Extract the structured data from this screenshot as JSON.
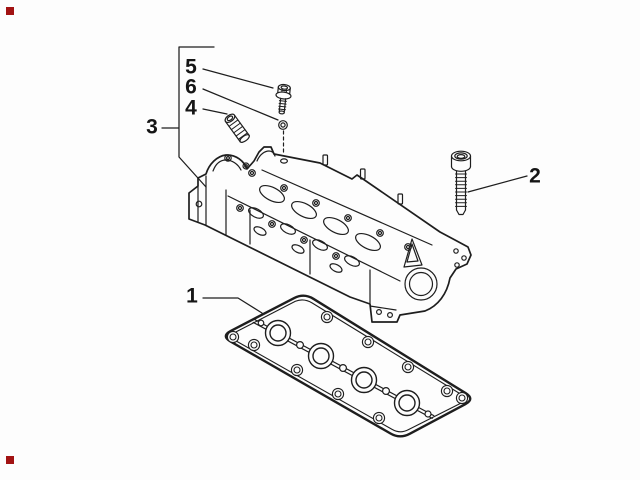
{
  "diagram": {
    "description_colors": {
      "background": "#fdfdfd",
      "line_color": "#1e1e1e",
      "marker_color": "#a21313"
    },
    "callouts": [
      {
        "number": "1"
      },
      {
        "number": "2"
      },
      {
        "number": "3"
      },
      {
        "number": "4"
      },
      {
        "number": "5"
      },
      {
        "number": "6"
      }
    ]
  }
}
